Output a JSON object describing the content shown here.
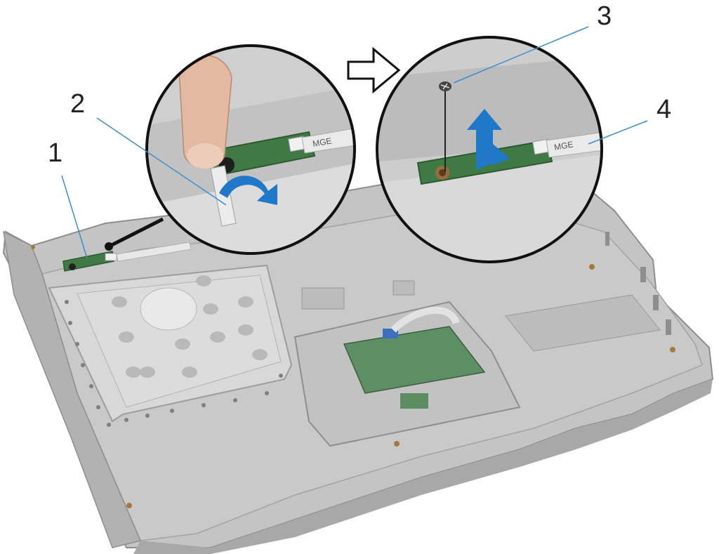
{
  "callouts": [
    {
      "id": "1",
      "label": "1"
    },
    {
      "id": "2",
      "label": "2"
    },
    {
      "id": "3",
      "label": "3"
    },
    {
      "id": "4",
      "label": "4"
    }
  ],
  "board_labels": {
    "connector_text": "MGE"
  },
  "colors": {
    "chassis": "#bcbcbc",
    "chassis_dark": "#9a9a9a",
    "chassis_light": "#d2d2d2",
    "plate": "#d6d6d6",
    "board_green": "#3f7a45",
    "arrow_blue": "#1f78c8",
    "callout_line": "#3a8fd0"
  }
}
